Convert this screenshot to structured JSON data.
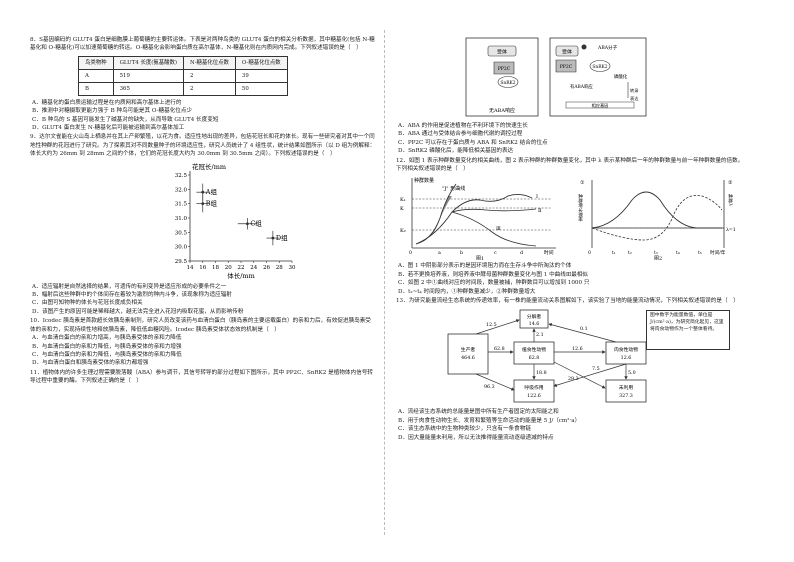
{
  "footer": {
    "left": "",
    "right": ""
  },
  "q8": {
    "stem": "8．S基因编码的 GLUT4 蛋白是细胞膜上葡萄糖的主要转运体。下表是对两种鸟类的 GLUT4 蛋白的相关分析数据，其中糖基化(包括 N-糖基化和 O-糖基化)可以加速葡萄糖的转运。O-糖基化会影响蛋白质在高尔基体，N-糖基化则在内质网内完成。下列叙述错误的是（　）",
    "table": {
      "headers": [
        "鸟类物种",
        "GLUT4 长度(氨基酸数)",
        "N-糖基化位点数",
        "O-糖基化位点数"
      ],
      "rows": [
        [
          "A",
          "519",
          "2",
          "39"
        ],
        [
          "B",
          "365",
          "2",
          "50"
        ]
      ]
    },
    "options": [
      "A．糖基化的蛋白质运输过程是在内质网和高尔基体上进行的",
      "B．推测中对糖摄取更能力强于 B 种鸟可能是其 O-糖基化位点少",
      "C．B 种鸟的 S 基因可能发生了碱基对的缺失，从而导致 GLUT4 长度变短",
      "D．GLUT4 蛋白发生 N-糖基化后可能被运输到高尔基体加工"
    ]
  },
  "q9": {
    "stem": "9．达尔文雀能在火山岛上栖息并在其上产卵繁殖，以花为食。适应性地出现的差异，包括花冠长和花的体长。现有一些研究者对其中一个同地性种群的花冠进行了研究。为了探索其对不同数量种子的环境适应性，研究人员统计了 4 组性状，统计结果如图所示（以 D 组为例解释：体长大约为 26mm 到 28mm 之间的个体，它们的花冠长度大约为 30.0mm 到 30.5mm 之间）。下列叙述错误的是（　）",
    "chart_data": {
      "type": "scatter",
      "title": "",
      "xlabel": "体长/mm",
      "ylabel": "花冠长/mm",
      "xlim": [
        14,
        30
      ],
      "ylim": [
        29.5,
        32.5
      ],
      "xticks": [
        "14",
        "16",
        "18",
        "20",
        "22",
        "24",
        "26",
        "28",
        "30"
      ],
      "yticks": [
        "29.5",
        "30.0",
        "30.5",
        "31.0",
        "31.5",
        "32.0",
        "32.5"
      ],
      "points": [
        {
          "label": "A组",
          "x": 16,
          "y": 31.9,
          "xerr": 1,
          "yerr": 0.3
        },
        {
          "label": "B组",
          "x": 16,
          "y": 31.5,
          "xerr": 1,
          "yerr": 0.3
        },
        {
          "label": "C组",
          "x": 23,
          "y": 30.8,
          "xerr": 1.5,
          "yerr": 0.2
        },
        {
          "label": "D组",
          "x": 27,
          "y": 30.3,
          "xerr": 1,
          "yerr": 0.25
        }
      ]
    },
    "options": [
      "A．适应辐射是自然选择的结果，可遗传的有利变异是适应形成的必要条件之一",
      "B．幅射后这些种群中的个体间存在着较为激烈的种内斗争，该现象称为适应辐射",
      "C．由图可知物种的体长与花冠长度成负相关",
      "D．该图产生的原因可能是稀释越大，越无法完全进入花冠内吸取花蜜，从而影响传粉"
    ]
  },
  "q10": {
    "stem": "10．Icodec 胰岛素是首款超长效胰岛素制剂，研究人员改变该药与血清白蛋白（胰岛素的主要运载蛋白）的亲和力后，有效促进胰岛素受体的亲和力，实现持续性地释放胰岛素，降低低血糖风险。Icodec 胰岛素受体状态效的机制是（　）",
    "options": [
      "A．与血清白蛋白的亲和力增高，与胰岛素受体的亲和力降低",
      "B．与血清白蛋白的亲和力降低，与胰岛素受体的亲和力增强",
      "C．与血清白蛋白的亲和力降低，与胰岛素受体的亲和力降低",
      "D．与血清白蛋白和胰岛素受体的亲和力都增强"
    ]
  },
  "q11": {
    "stem": "11．植物体内的许多生理过程需要脱落酸（ABA）参与调节，其信号转导的部分过程如下图所示，其中 PP2C、SnRK2 是植物体内信号转导过程中重要的酶。下列叙述正确的是（　）",
    "fig_labels": {
      "receptor": "受体",
      "pp2c": "PP2C",
      "snrk2": "SnRK2",
      "aba": "ABA分子",
      "phos": "磷酸化",
      "active": "有ABA响应",
      "no_resp": "无ABA响应",
      "effect": "相应基因",
      "trans": "转录",
      "express": "表达"
    },
    "options": [
      "A．ABA 的作用是促进植物在不利环境下的快速生长",
      "B．ABA 通过与受体结合参与细胞代谢的调控过程",
      "C．PP2C 可以存在于蛋白质与 ABA 和 SnRK2 结合的位点",
      "D．SnRK2 磷酸化后，能降低相关基因的表达"
    ]
  },
  "q12": {
    "stem": "12．如图 1 表示种群数量变化的相关曲线，图 2 表示种群的种群数量变化，其中 λ 表示某种群后一年的种群数量与前一年种群数量的倍数。下列相关叙述错误的是（　）",
    "fig1": {
      "ylabel": "种群数量",
      "curve_label": "\"J\" 形曲线",
      "k_labels": [
        "K₁",
        "K",
        "K₂"
      ],
      "x_labels": [
        "0",
        "a",
        "b",
        "c",
        "d"
      ],
      "xlabel": "时间",
      "caption": "图1",
      "marks": [
        "Ⅰ",
        "Ⅱ",
        "Ⅲ"
      ]
    },
    "fig2": {
      "left_ylabel": "种群增长速率",
      "right_ylabel": "种群λ",
      "marks": [
        "①",
        "②"
      ],
      "lambda_label": "λ=1",
      "x_labels": [
        "0",
        "t₁",
        "t₂",
        "t₃",
        "t₄",
        "t₅"
      ],
      "xlabel": "时间/年",
      "caption": "图2"
    },
    "options": [
      "A．图 1 中阴影部分表示的是因环境阻力而在生存斗争中所淘汰的个体",
      "B．若不更换培养液，则培养液中酵母菌种群数量变化与图 1 中曲线Ⅲ最相似",
      "C．如图 2 中①曲线对应的时间段，数量被捕，种群数目可以增加到 1000 只",
      "D．t₂~t₄ 时间段内，①种群数量减少，②种群数量增大"
    ]
  },
  "q13": {
    "stem": "13．为研究能量流经生态系统的传递效率，有一株的能量流动关系图解如下，该实验了当地的能量流动情况，下列相关叙述错误的是（　）",
    "note": "图中数字为能量数值，单位是J/(cm²·a)，为研究简化起见，这里将肉食动物作为一个整体看待。",
    "nodes": {
      "producer": "生产者",
      "producer_val": "464.6",
      "decomposer": "分解者",
      "decomposer_val": "14.6",
      "herbivore": "植食性动物",
      "herbivore_val": "62.8",
      "carnivore": "肉食性动物",
      "carnivore_val": "12.6",
      "respiration": "呼吸作用",
      "respiration_val": "122.6",
      "unused": "未利用",
      "unused_val": "327.3"
    },
    "flows": [
      "62.8",
      "12.6",
      "96.3",
      "18.8",
      "29.3",
      "7.5",
      "5.0",
      "12.5",
      "2.1",
      "0.1"
    ],
    "options": [
      "A．流经该生态系统的总能量是图中所有生产者固定的太阳能之和",
      "B．用于肉食性动物生长、发育和繁殖等生命活动的能量是 5 J/（cm²·a）",
      "C．该生态系统中的生物种类较少，只含有一条食物链",
      "D．因大量能量未利用，所以无法推得能量流动逐级递减的特点"
    ]
  }
}
